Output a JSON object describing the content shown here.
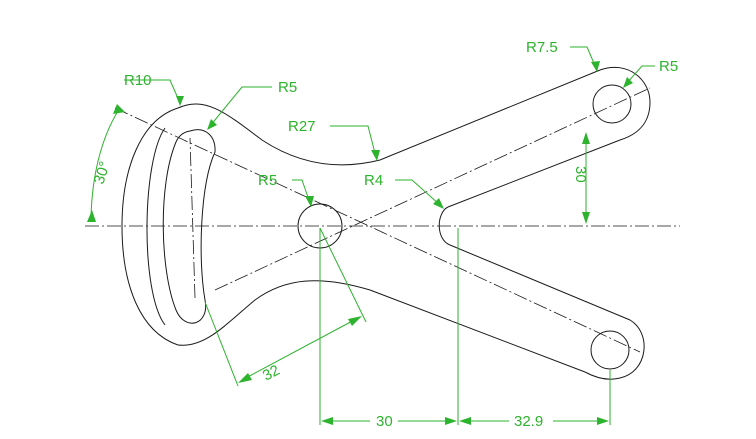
{
  "drawing": {
    "radius_labels": {
      "r7_5": "R7.5",
      "r5_top_right": "R5",
      "r10": "R10",
      "r5_slot": "R5",
      "r27": "R27",
      "r5_center": "R5",
      "r4": "R4"
    },
    "angle_label": "30°",
    "linear_labels": {
      "vertical_30": "30",
      "aligned_32": "32",
      "horizontal_30": "30",
      "horizontal_32_9": "32.9"
    },
    "colors": {
      "outline": "#1a1a1a",
      "dimension": "#2db32d",
      "background": "#ffffff"
    }
  }
}
